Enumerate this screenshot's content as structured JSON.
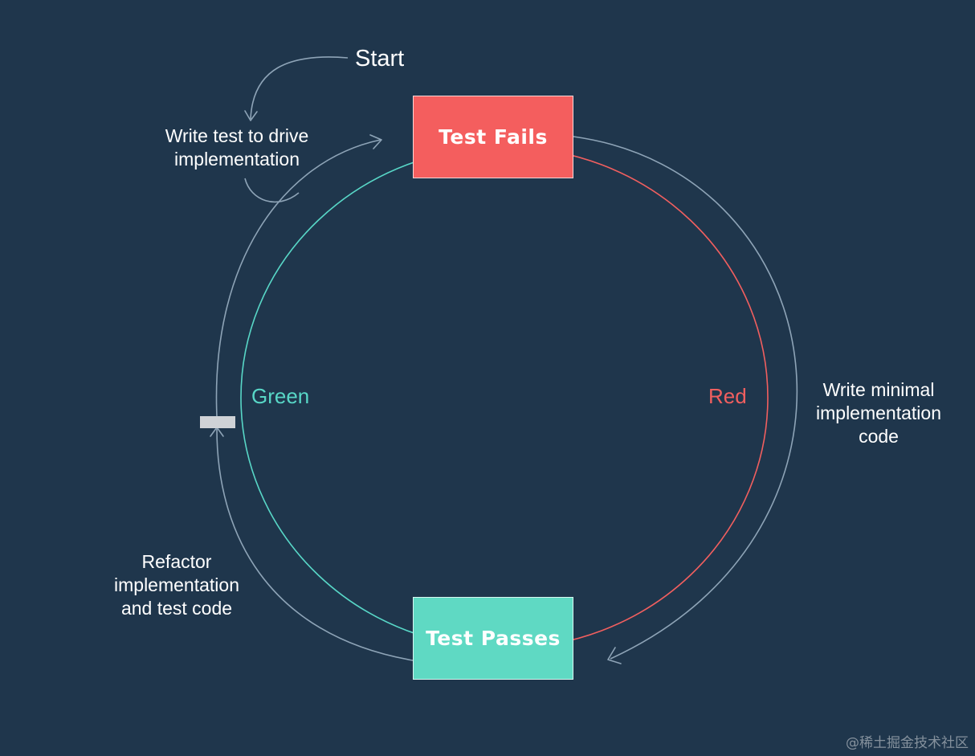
{
  "diagram": {
    "title": "",
    "nodes": {
      "fails": {
        "label": "Test Fails",
        "color": "#f45e5e"
      },
      "passes": {
        "label": "Test Passes",
        "color": "#5fd9c3"
      }
    },
    "phases": {
      "green": {
        "label": "Green",
        "color": "#58d7c7"
      },
      "red": {
        "label": "Red",
        "color": "#f15f5f"
      }
    },
    "steps": {
      "start": "Start",
      "write_test": [
        "Write test to drive",
        "implementation"
      ],
      "write_minimal": [
        "Write minimal",
        "implementation",
        "code"
      ],
      "refactor": [
        "Refactor",
        "implementation",
        "and test code"
      ]
    },
    "arrow_color": "#8ea4b7",
    "background": "#1f364c"
  },
  "watermark": "@稀土掘金技术社区"
}
